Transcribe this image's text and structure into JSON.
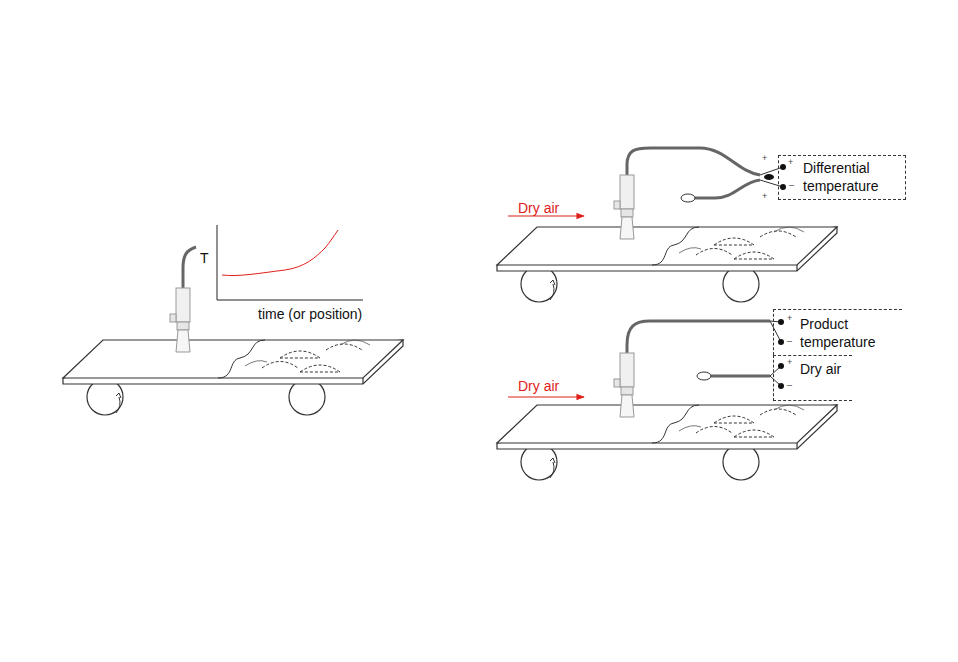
{
  "diagram": {
    "nodes": [
      {
        "text": [
          "Differential temperature"
        ]
      },
      {
        "text": [
          "Product temperature"
        ]
      },
      {
        "text": [
          "Dry air"
        ]
      }
    ],
    "labels": [
      "T",
      "time (or position)",
      "Dry air",
      "Dry air",
      "+",
      "+",
      "–",
      "+",
      "+",
      "–",
      "+",
      "–"
    ]
  }
}
